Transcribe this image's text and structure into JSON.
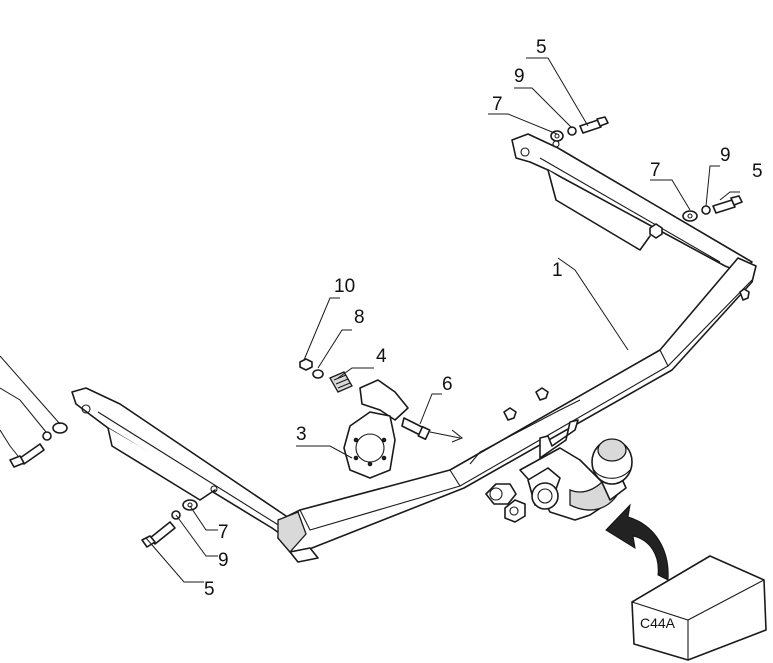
{
  "callouts": {
    "frame": "1",
    "socket_plate": "3",
    "plate_spring": "4",
    "bolt_top": "5",
    "bolt_right": "5",
    "bolt_bottom": "5",
    "plate_bolt": "6",
    "washer_top": "7",
    "washer_right": "7",
    "washer_bottom": "7",
    "plate_washer": "8",
    "spring_washer_top": "9",
    "spring_washer_right": "9",
    "spring_washer_bottom": "9",
    "plate_nut": "10"
  },
  "kit": {
    "code": "C44A"
  }
}
